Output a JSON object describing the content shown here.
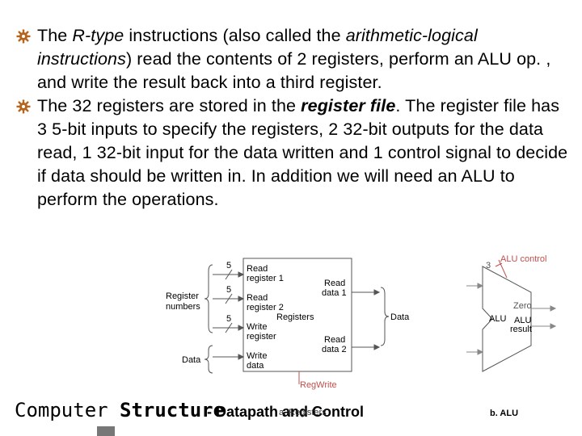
{
  "bullets": [
    {
      "parts": [
        {
          "text": "The ",
          "style": "normal"
        },
        {
          "text": "R-type",
          "style": "italic"
        },
        {
          "text": " instructions (also called the ",
          "style": "normal"
        },
        {
          "text": "arithmetic-logical instructions",
          "style": "italic"
        },
        {
          "text": ") read the contents of 2 registers, perform an ALU op. , and write the result back into a third register.",
          "style": "normal"
        }
      ]
    },
    {
      "parts": [
        {
          "text": "The 32 registers are stored in the ",
          "style": "normal"
        },
        {
          "text": "register file",
          "style": "bolditalic"
        },
        {
          "text": ". The register file has 3 5-bit inputs to specify the registers, 2 32-bit outputs for the data read, 1 32-bit input for the data written and 1 control signal to decide if data should be written in. In addition we will need an ALU to perform the operations.",
          "style": "normal"
        }
      ]
    }
  ],
  "register_file": {
    "inputs": [
      "Read register 1",
      "Read register 2",
      "Write register",
      "Write data"
    ],
    "read_register_1": [
      "Read",
      "register 1"
    ],
    "read_register_2": [
      "Read",
      "register 2"
    ],
    "write_register": [
      "Write",
      "register"
    ],
    "write_data": [
      "Write",
      "data"
    ],
    "read_data_1": [
      "Read",
      "data 1"
    ],
    "read_data_2": [
      "Read",
      "data 2"
    ],
    "title": "Registers",
    "register_numbers": [
      "Register",
      "numbers"
    ],
    "data_in": "Data",
    "data_out": "Data",
    "bit_width_1": "5",
    "bit_width_2": "5",
    "bit_width_3": "5",
    "regwrite": "RegWrite"
  },
  "alu": {
    "label": "ALU",
    "control": "ALU control",
    "control_bits": "3",
    "zero": "Zero",
    "result": [
      "ALU",
      "result"
    ]
  },
  "footer": {
    "computer": "Computer",
    "structure": "Structure",
    "rest": "- Datapath and Control",
    "overlap": "a. Registers",
    "b_alu": "b. ALU"
  },
  "colors": {
    "bullet": "#b5651d",
    "accent": "#c0504d",
    "arrow_gray": "#888888"
  }
}
